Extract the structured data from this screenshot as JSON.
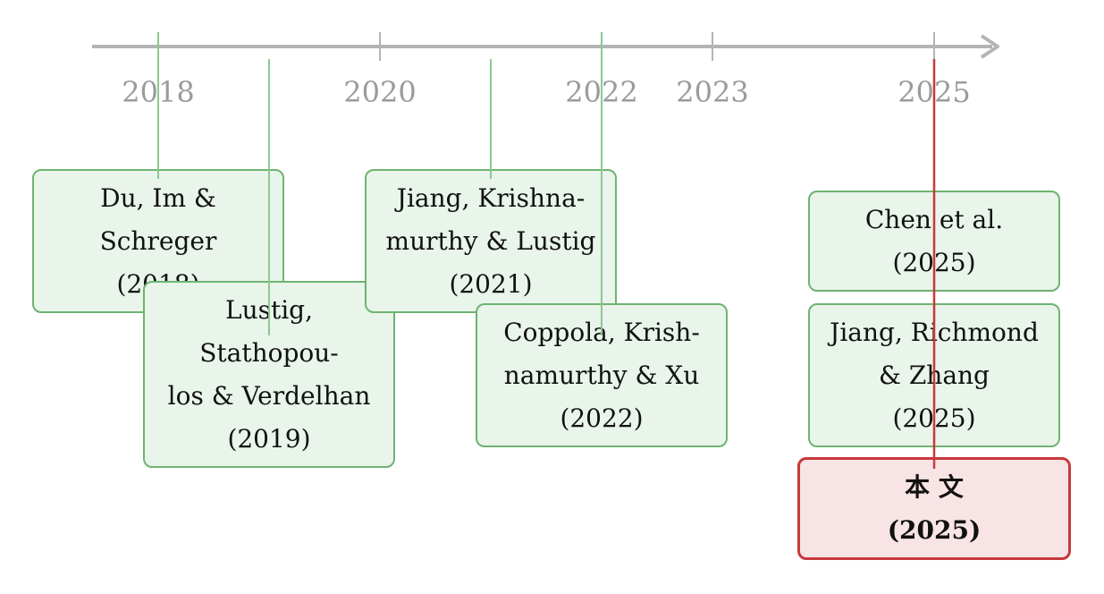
{
  "timeline": {
    "years": [
      "2018",
      "2020",
      "2022",
      "2023",
      "2025"
    ],
    "colors": {
      "axis": "#b4b4b4",
      "year_text": "#9b9b9b",
      "connector": "#8cc98f",
      "current_connector": "#c8393c",
      "box_border": "#6db471",
      "box_fill": "#e9f4ea",
      "current_border": "#c8393c",
      "current_fill": "#f8e4e5"
    }
  },
  "papers": [
    {
      "label": "Du, Im &\nSchreger\n(2018)"
    },
    {
      "label": "Lustig,\nStathopou-\nlos & Verdelhan\n(2019)"
    },
    {
      "label": "Jiang, Krishna-\nmurthy & Lustig\n(2021)"
    },
    {
      "label": "Coppola, Krish-\nnamurthy & Xu\n(2022)"
    },
    {
      "label": "Chen et al.\n(2025)"
    },
    {
      "label": "Jiang, Richmond\n& Zhang\n(2025)"
    },
    {
      "label": "本 文\n(2025)"
    }
  ]
}
